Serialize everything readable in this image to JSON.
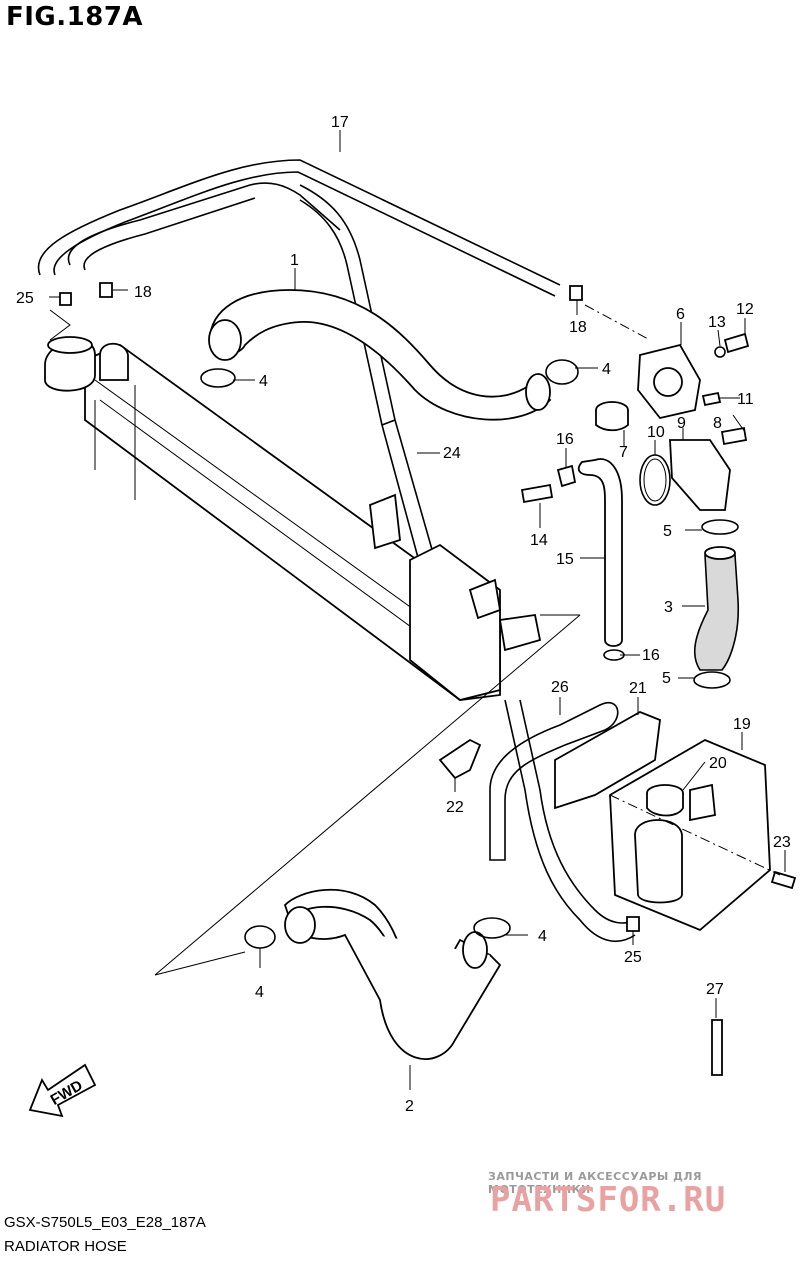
{
  "figure": {
    "title": "FIG.187A",
    "code": "GSX-S750L5_E03_E28_187A",
    "name": "RADIATOR HOSE"
  },
  "callouts": {
    "c1": "1",
    "c2": "2",
    "c3": "3",
    "c4a": "4",
    "c4b": "4",
    "c4c": "4",
    "c4d": "4",
    "c5a": "5",
    "c5b": "5",
    "c6": "6",
    "c7": "7",
    "c8": "8",
    "c9": "9",
    "c10": "10",
    "c11": "11",
    "c12": "12",
    "c13": "13",
    "c14": "14",
    "c15": "15",
    "c16a": "16",
    "c16b": "16",
    "c17": "17",
    "c18a": "18",
    "c18b": "18",
    "c19": "19",
    "c20": "20",
    "c21": "21",
    "c22": "22",
    "c23": "23",
    "c24": "24",
    "c25a": "25",
    "c25b": "25",
    "c26": "26",
    "c27": "27"
  },
  "fwd_label": "FWD",
  "watermark": {
    "tagline": "ЗАПЧАСТИ И АКСЕССУАРЫ ДЛЯ МОТОТЕХНИКИ",
    "brand": "PARTSFOR.RU"
  }
}
